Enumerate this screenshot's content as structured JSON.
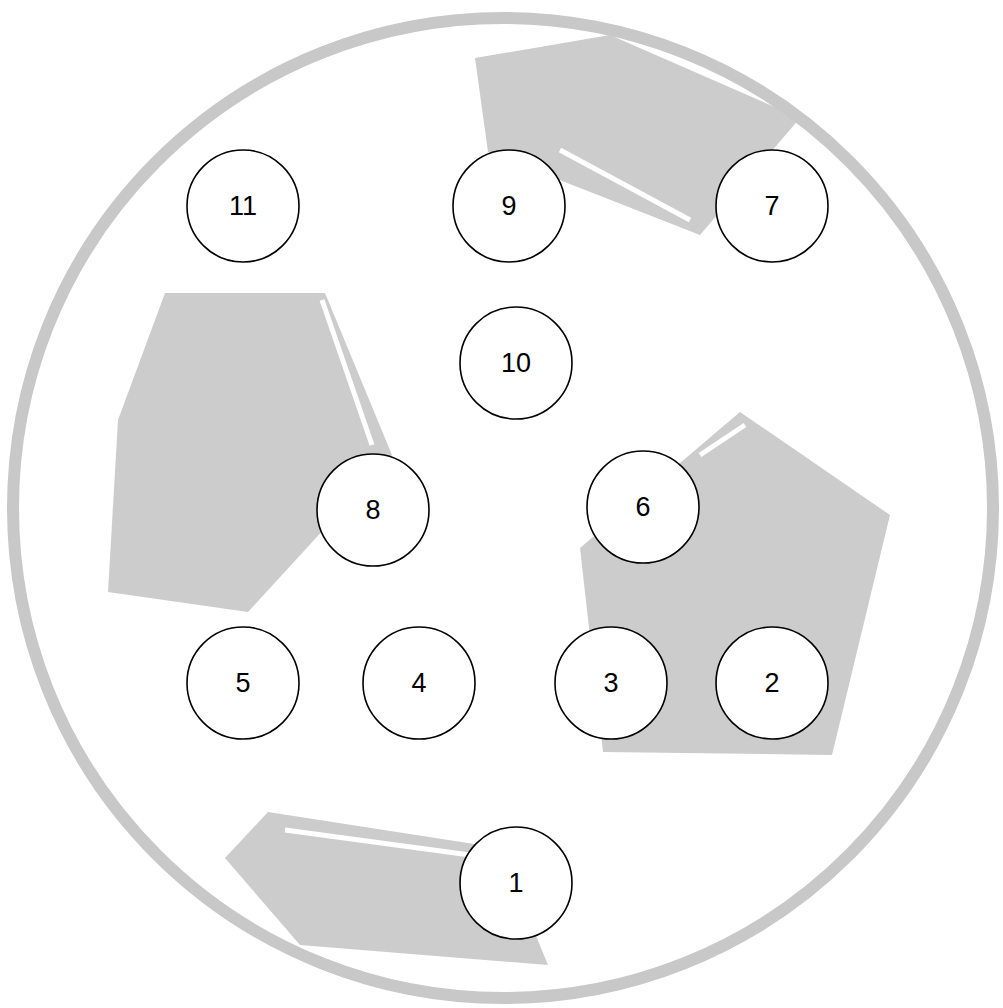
{
  "diagram": {
    "nodes": [
      {
        "text": [
          "11"
        ]
      },
      {
        "text": [
          "9"
        ]
      },
      {
        "text": [
          "7"
        ]
      },
      {
        "text": [
          "10"
        ]
      },
      {
        "text": [
          "8"
        ]
      },
      {
        "text": [
          "6"
        ]
      },
      {
        "text": [
          "5"
        ]
      },
      {
        "text": [
          "4"
        ]
      },
      {
        "text": [
          "3"
        ]
      },
      {
        "text": [
          "2"
        ]
      },
      {
        "text": [
          "1"
        ]
      }
    ]
  }
}
